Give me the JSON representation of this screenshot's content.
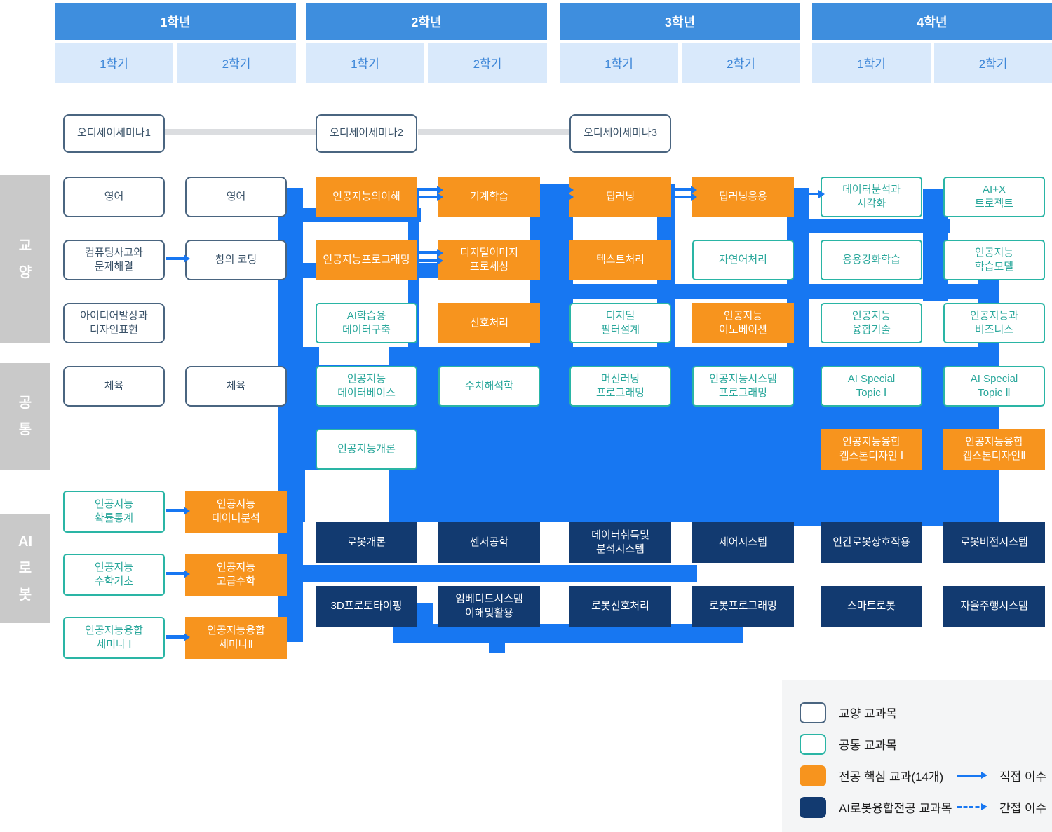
{
  "header": {
    "years": [
      {
        "label": "1학년",
        "semesters": [
          "1학기",
          "2학기"
        ]
      },
      {
        "label": "2학년",
        "semesters": [
          "1학기",
          "2학기"
        ]
      },
      {
        "label": "3학년",
        "semesters": [
          "1학기",
          "2학기"
        ]
      },
      {
        "label": "4학년",
        "semesters": [
          "1학기",
          "2학기"
        ]
      }
    ]
  },
  "sidebar": {
    "items": [
      {
        "id": "gyoyang",
        "label": "교\n양"
      },
      {
        "id": "gongtong",
        "label": "공\n통"
      },
      {
        "id": "airobot",
        "label": "AI\n로\n봇"
      }
    ]
  },
  "courses": [
    {
      "id": "odyssey-seminar-1",
      "type": "gen",
      "col": "c11",
      "row": "r0",
      "label": "오디세이세미나1"
    },
    {
      "id": "odyssey-seminar-2",
      "type": "gen",
      "col": "c21",
      "row": "r0",
      "label": "오디세이세미나2"
    },
    {
      "id": "odyssey-seminar-3",
      "type": "gen",
      "col": "c31",
      "row": "r0",
      "label": "오디세이세미나3"
    },
    {
      "id": "english-1",
      "type": "gen",
      "col": "c11",
      "row": "r1",
      "label": "영어"
    },
    {
      "id": "english-2",
      "type": "gen",
      "col": "c12",
      "row": "r1",
      "label": "영어"
    },
    {
      "id": "computing-thinking",
      "type": "gen",
      "col": "c11",
      "row": "r2",
      "label": "컴퓨팅사고와\n문제해결"
    },
    {
      "id": "creative-coding",
      "type": "gen",
      "col": "c12",
      "row": "r2",
      "label": "창의 코딩"
    },
    {
      "id": "idea-design",
      "type": "gen",
      "col": "c11",
      "row": "r3",
      "label": "아이디어발상과\n디자인표현"
    },
    {
      "id": "pe-1",
      "type": "gen",
      "col": "c11",
      "row": "r4",
      "label": "체육"
    },
    {
      "id": "pe-2",
      "type": "gen",
      "col": "c12",
      "row": "r4",
      "label": "체육"
    },
    {
      "id": "ai-understanding",
      "type": "core",
      "col": "c21",
      "row": "r1",
      "label": "인공지능의이해"
    },
    {
      "id": "ai-programming",
      "type": "core",
      "col": "c21",
      "row": "r2",
      "label": "인공지능프로그래밍"
    },
    {
      "id": "ai-training-data",
      "type": "common",
      "col": "c21",
      "row": "r3",
      "label": "AI학습용\n데이터구축"
    },
    {
      "id": "ai-database",
      "type": "common",
      "col": "c21",
      "row": "r4",
      "label": "인공지능\n데이터베이스"
    },
    {
      "id": "ai-introduction",
      "type": "common",
      "col": "c21",
      "row": "r5",
      "label": "인공지능개론"
    },
    {
      "id": "machine-learning",
      "type": "core",
      "col": "c22",
      "row": "r1",
      "label": "기계학습"
    },
    {
      "id": "digital-image-processing",
      "type": "core",
      "col": "c22",
      "row": "r2",
      "label": "디지털이미지\n프로세싱"
    },
    {
      "id": "signal-processing",
      "type": "core",
      "col": "c22",
      "row": "r3",
      "label": "신호처리"
    },
    {
      "id": "numerical-analysis",
      "type": "common",
      "col": "c22",
      "row": "r4",
      "label": "수치해석학"
    },
    {
      "id": "deep-learning",
      "type": "core",
      "col": "c31",
      "row": "r1",
      "label": "딥러닝"
    },
    {
      "id": "text-processing",
      "type": "core",
      "col": "c31",
      "row": "r2",
      "label": "텍스트처리"
    },
    {
      "id": "digital-filter-design",
      "type": "common",
      "col": "c31",
      "row": "r3",
      "label": "디지털\n필터설계"
    },
    {
      "id": "ml-programming",
      "type": "common",
      "col": "c31",
      "row": "r4",
      "label": "머신러닝\n프로그래밍"
    },
    {
      "id": "deep-learning-application",
      "type": "core",
      "col": "c32",
      "row": "r1",
      "label": "딥러닝응용"
    },
    {
      "id": "nlp",
      "type": "common",
      "col": "c32",
      "row": "r2",
      "label": "자연어처리"
    },
    {
      "id": "ai-innovation",
      "type": "core",
      "col": "c32",
      "row": "r3",
      "label": "인공지능\n이노베이션"
    },
    {
      "id": "ai-system-programming",
      "type": "common",
      "col": "c32",
      "row": "r4",
      "label": "인공지능시스템\n프로그래밍"
    },
    {
      "id": "data-analysis-visualization",
      "type": "common",
      "col": "c41",
      "row": "r1",
      "label": "데이터분석과\n시각화"
    },
    {
      "id": "applied-reinforcement-learning",
      "type": "common",
      "col": "c41",
      "row": "r2",
      "label": "용용강화학습"
    },
    {
      "id": "ai-convergence-tech",
      "type": "common",
      "col": "c41",
      "row": "r3",
      "label": "인공지능\n융합기술"
    },
    {
      "id": "ai-special-topic-1",
      "type": "common",
      "col": "c41",
      "row": "r4",
      "label": "AI Special\nTopic Ⅰ"
    },
    {
      "id": "ai-capstone-1",
      "type": "core",
      "col": "c41",
      "row": "r5",
      "label": "인공지능융합\n캡스톤디자인 Ⅰ"
    },
    {
      "id": "aix-project",
      "type": "common",
      "col": "c42",
      "row": "r1",
      "label": "AI+X\n트로젝트"
    },
    {
      "id": "ai-learning-model",
      "type": "common",
      "col": "c42",
      "row": "r2",
      "label": "인공지능\n학습모델"
    },
    {
      "id": "ai-business",
      "type": "common",
      "col": "c42",
      "row": "r3",
      "label": "인공지능과\n비즈니스"
    },
    {
      "id": "ai-special-topic-2",
      "type": "common",
      "col": "c42",
      "row": "r4",
      "label": "AI Special\nTopic Ⅱ"
    },
    {
      "id": "ai-capstone-2",
      "type": "core",
      "col": "c42",
      "row": "r5",
      "label": "인공지능융합\n캡스톤디자인Ⅱ"
    },
    {
      "id": "ai-probability-statistics",
      "type": "common",
      "col": "c11",
      "row": "r6",
      "label": "인공지능\n확률통계"
    },
    {
      "id": "ai-data-analysis",
      "type": "core",
      "col": "c12",
      "row": "r6",
      "label": "인공지능\n데이터분석"
    },
    {
      "id": "ai-math-basics",
      "type": "common",
      "col": "c11",
      "row": "r7",
      "label": "인공지능\n수학기초"
    },
    {
      "id": "ai-advanced-math",
      "type": "core",
      "col": "c12",
      "row": "r7",
      "label": "인공지능\n고급수학"
    },
    {
      "id": "ai-convergence-seminar-1",
      "type": "common",
      "col": "c11",
      "row": "r8",
      "label": "인공지능융합\n세미나 Ⅰ"
    },
    {
      "id": "ai-convergence-seminar-2",
      "type": "core",
      "col": "c12",
      "row": "r8",
      "label": "인공지능융합\n세미나Ⅱ"
    },
    {
      "id": "robotics-introduction",
      "type": "robot",
      "col": "c21",
      "row": "rA",
      "label": "로봇개론"
    },
    {
      "id": "sensor-engineering",
      "type": "robot",
      "col": "c22",
      "row": "rA",
      "label": "센서공학"
    },
    {
      "id": "data-acquisition-analysis",
      "type": "robot",
      "col": "c31",
      "row": "rA",
      "label": "데이터취득및\n분석시스템"
    },
    {
      "id": "control-system",
      "type": "robot",
      "col": "c32",
      "row": "rA",
      "label": "제어시스템"
    },
    {
      "id": "human-robot-interaction",
      "type": "robot",
      "col": "c41",
      "row": "rA",
      "label": "인간로봇상호작용"
    },
    {
      "id": "robot-vision-system",
      "type": "robot",
      "col": "c42",
      "row": "rA",
      "label": "로봇비전시스템"
    },
    {
      "id": "3d-prototyping",
      "type": "robot",
      "col": "c21",
      "row": "rB",
      "label": "3D프로토타이핑"
    },
    {
      "id": "embedded-system",
      "type": "robot",
      "col": "c22",
      "row": "rB",
      "label": "임베디드시스템\n이해및활용"
    },
    {
      "id": "robot-signal-processing",
      "type": "robot",
      "col": "c31",
      "row": "rB",
      "label": "로봇신호처리"
    },
    {
      "id": "robot-programming",
      "type": "robot",
      "col": "c32",
      "row": "rB",
      "label": "로봇프로그래밍"
    },
    {
      "id": "smart-robot",
      "type": "robot",
      "col": "c41",
      "row": "rB",
      "label": "스마트로봇"
    },
    {
      "id": "autonomous-driving-system",
      "type": "robot",
      "col": "c42",
      "row": "rB",
      "label": "자율주행시스템"
    }
  ],
  "legend": {
    "items": [
      {
        "type": "gen",
        "label": "교양 교과목"
      },
      {
        "type": "common",
        "label": "공통 교과목"
      },
      {
        "type": "core",
        "label": "전공 핵심 교과(14개)"
      },
      {
        "type": "robot",
        "label": "AI로봇융합전공 교과목"
      }
    ],
    "arrows": [
      {
        "style": "solid",
        "label": "직접 이수"
      },
      {
        "style": "dashed",
        "label": "간접 이수"
      }
    ]
  },
  "colors": {
    "year_bar": "#3E8EDE",
    "semester_bg": "#D9E9FB",
    "semester_text": "#3E87D8",
    "core_orange": "#F7941E",
    "robot_navy": "#123A70",
    "common_border_teal": "#2AB5A5",
    "gen_border_slate": "#4A6580",
    "connector_blue": "#1777F2",
    "sidebar_gray": "#C9C9C9"
  }
}
